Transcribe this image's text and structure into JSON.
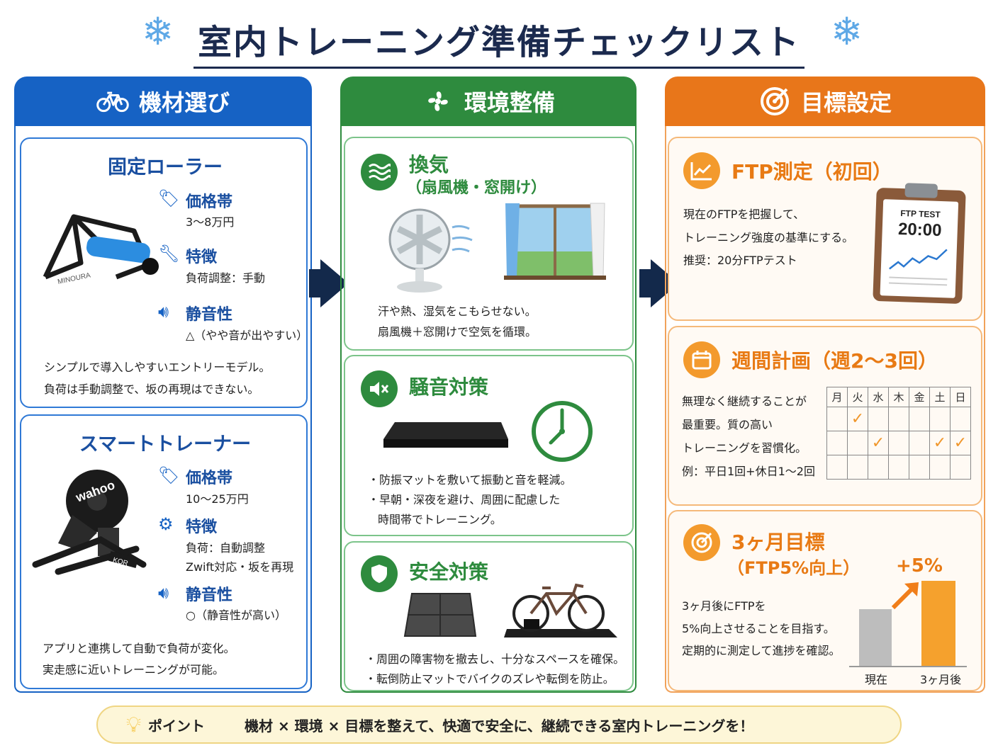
{
  "title": "室内トレーニング準備チェックリスト",
  "colors": {
    "blue": "#1662c4",
    "green": "#2e8b3e",
    "orange": "#e87a14",
    "navy": "#13294b"
  },
  "columns": {
    "equipment": {
      "header": "機材選び",
      "icon": "bicycle-icon",
      "fixed_roller": {
        "title": "固定ローラー",
        "price_label": "価格帯",
        "price_value": "3〜8万円",
        "feature_label": "特徴",
        "feature_value": "負荷調整：手動",
        "noise_label": "静音性",
        "noise_value": "△（やや音が出やすい）",
        "desc_1": "シンプルで導入しやすいエントリーモデル。",
        "desc_2": "負荷は手動調整で、坂の再現はできない。"
      },
      "smart_trainer": {
        "title": "スマートトレーナー",
        "price_label": "価格帯",
        "price_value": "10〜25万円",
        "feature_label": "特徴",
        "feature_value_1": "負荷：自動調整",
        "feature_value_2": "Zwift対応・坂を再現",
        "noise_label": "静音性",
        "noise_value": "○（静音性が高い）",
        "desc_1": "アプリと連携して自動で負荷が変化。",
        "desc_2": "実走感に近いトレーニングが可能。",
        "brand": "wahoo",
        "model": "KOR"
      },
      "roller_brand": "MINOURA"
    },
    "environment": {
      "header": "環境整備",
      "icon": "fan-icon",
      "ventilation": {
        "title": "換気",
        "subtitle": "（扇風機・窓開け）",
        "desc_1": "汗や熱、湿気をこもらせない。",
        "desc_2": "扇風機＋窓開けで空気を循環。"
      },
      "noise": {
        "title": "騒音対策",
        "desc_1": "・防振マットを敷いて振動と音を軽減。",
        "desc_2": "・早朝・深夜を避け、周囲に配慮した",
        "desc_3": "時間帯でトレーニング。"
      },
      "safety": {
        "title": "安全対策",
        "desc_1": "・周囲の障害物を撤去し、十分なスペースを確保。",
        "desc_2": "・転倒防止マットでバイクのズレや転倒を防止。"
      }
    },
    "goals": {
      "header": "目標設定",
      "icon": "target-icon",
      "ftp": {
        "title": "FTP測定（初回）",
        "desc_1": "現在のFTPを把握して、",
        "desc_2": "トレーニング強度の基準にする。",
        "desc_3": "推奨：20分FTPテスト",
        "clipboard_label": "FTP TEST",
        "clipboard_time": "20:00"
      },
      "weekly": {
        "title": "週間計画（週2〜3回）",
        "desc_1": "無理なく継続することが",
        "desc_2": "最重要。質の高い",
        "desc_3": "トレーニングを習慣化。",
        "desc_4": "例：平日1回+休日1〜2回",
        "days": [
          "月",
          "火",
          "水",
          "木",
          "金",
          "土",
          "日"
        ],
        "checks_row1": [
          false,
          true,
          false,
          false,
          false,
          false,
          false
        ],
        "checks_row2": [
          false,
          false,
          true,
          false,
          false,
          true,
          true
        ],
        "checks_row3": [
          false,
          false,
          false,
          false,
          false,
          false,
          false
        ],
        "check_mark": "✓"
      },
      "three_month": {
        "title": "3ヶ月目標",
        "subtitle": "（FTP5%向上）",
        "desc_1": "3ヶ月後にFTPを",
        "desc_2": "5%向上させることを目指す。",
        "desc_3": "定期的に測定して進捗を確認。",
        "bar_increase_label": "+5%",
        "bar_current_label": "現在",
        "bar_after_label": "3ヶ月後"
      }
    }
  },
  "point": {
    "label": "ポイント",
    "text": "機材 × 環境 × 目標を整えて、快適で安全に、継続できる室内トレーニングを！"
  }
}
